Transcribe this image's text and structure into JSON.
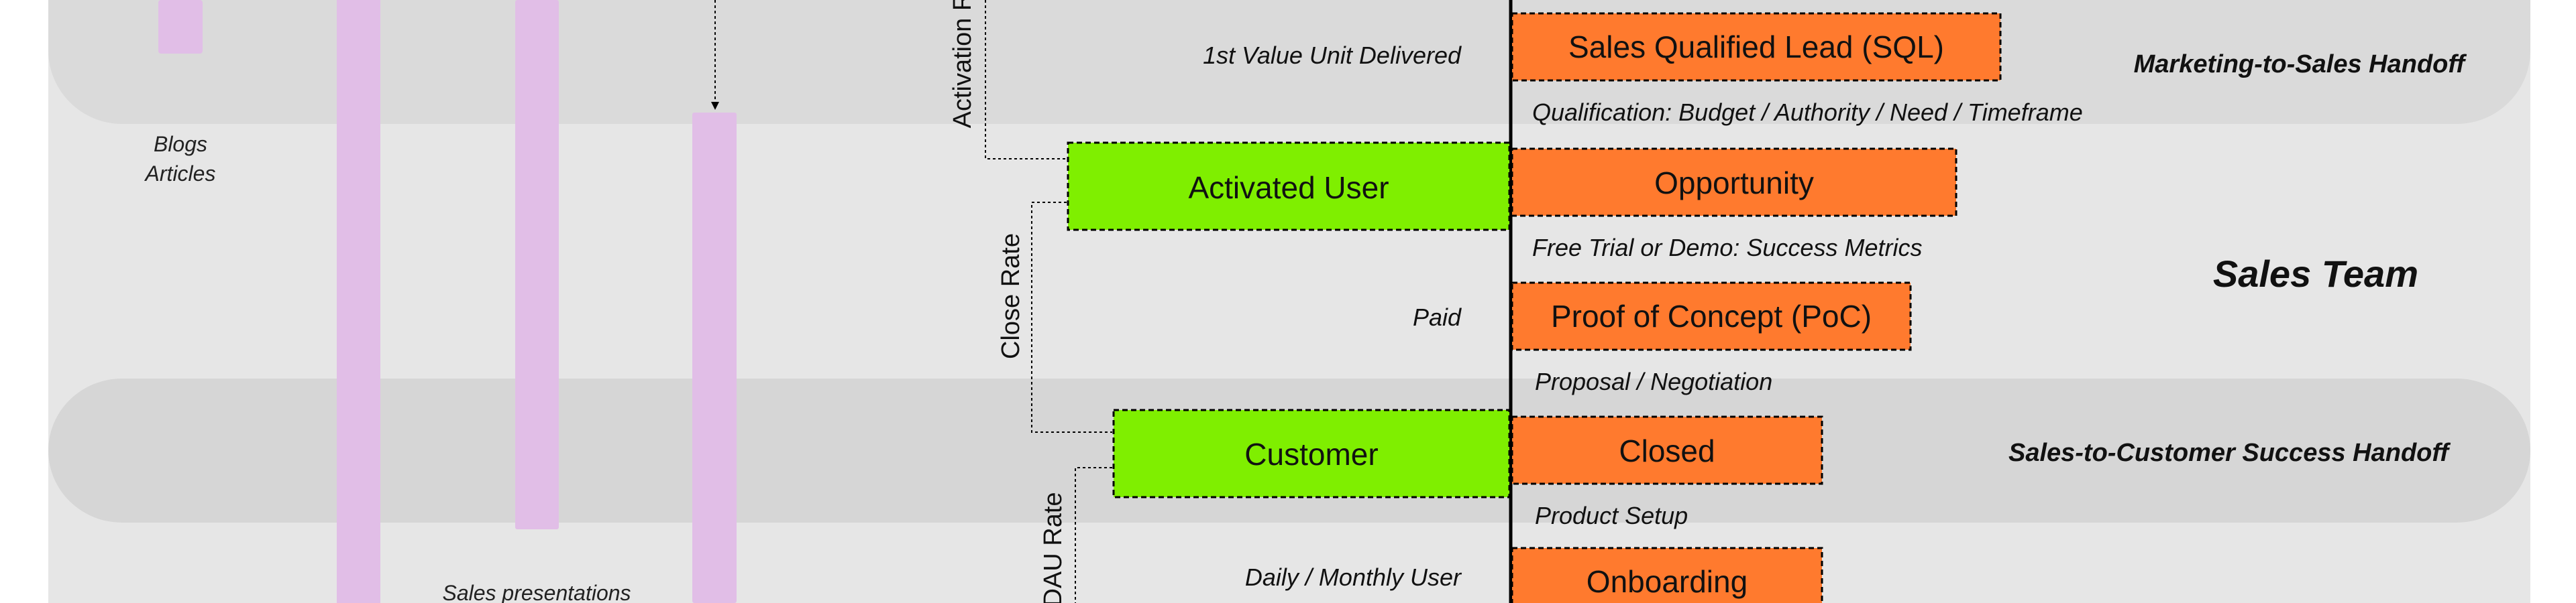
{
  "lanes": {
    "marketing_to_sales_handoff": "Marketing-to-Sales Handoff",
    "sales_team": "Sales Team",
    "sales_to_customer_success_handoff": "Sales-to-Customer Success Handoff"
  },
  "content_labels": {
    "blogs": "Blogs",
    "articles": "Articles",
    "sales_presentations": "Sales presentations"
  },
  "metric_labels": {
    "activation_rate": "Activation R",
    "close_rate": "Close Rate",
    "dau_rate": "DAU Rate"
  },
  "user_stages": {
    "activated_user": "Activated User",
    "customer": "Customer"
  },
  "stage_triggers": {
    "first_value_unit": "1st Value Unit Delivered",
    "paid": "Paid",
    "daily_monthly_user": "Daily / Monthly User"
  },
  "sales_stages": {
    "sql": "Sales Qualified Lead (SQL)",
    "opportunity": "Opportunity",
    "poc": "Proof of Concept (PoC)",
    "closed": "Closed",
    "onboarding": "Onboarding"
  },
  "transitions": {
    "qualification": "Qualification: Budget / Authority / Need / Timeframe",
    "free_trial": "Free Trial or Demo: Success Metrics",
    "proposal": "Proposal / Negotiation",
    "product_setup": "Product Setup"
  },
  "colors": {
    "lane_light": "#e6e6e6",
    "lane_dark": "#d6d6d6",
    "content_bar": "#e1bee7",
    "user_stage_fill": "#7fef00",
    "sales_stage_fill": "#ff7a2e",
    "line": "#000000"
  }
}
